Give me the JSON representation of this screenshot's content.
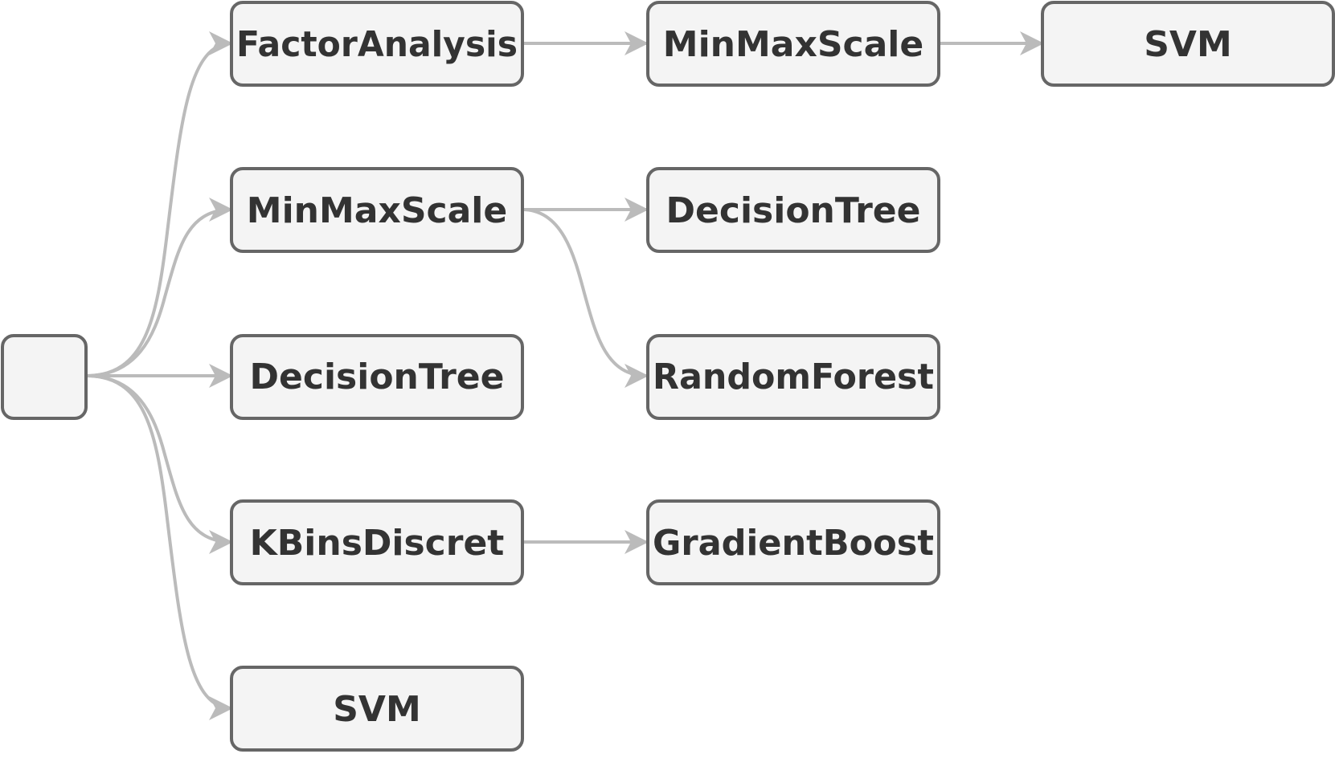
{
  "colors": {
    "node_fill": "#f4f4f4",
    "node_border": "#666666",
    "node_text": "#333333",
    "edge": "#bbbbbb"
  },
  "nodes": [
    {
      "id": "root",
      "label": ""
    },
    {
      "id": "factor-analysis",
      "label": "FactorAnalysis"
    },
    {
      "id": "minmax-scale-1",
      "label": "MinMaxScale"
    },
    {
      "id": "decision-tree-1",
      "label": "DecisionTree"
    },
    {
      "id": "kbins-discret",
      "label": "KBinsDiscret"
    },
    {
      "id": "svm-1",
      "label": "SVM"
    },
    {
      "id": "minmax-scale-2",
      "label": "MinMaxScale"
    },
    {
      "id": "decision-tree-2",
      "label": "DecisionTree"
    },
    {
      "id": "random-forest",
      "label": "RandomForest"
    },
    {
      "id": "gradient-boost",
      "label": "GradientBoost"
    },
    {
      "id": "svm-2",
      "label": "SVM"
    }
  ],
  "edges": [
    {
      "from": "root",
      "to": "factor-analysis"
    },
    {
      "from": "root",
      "to": "minmax-scale-1"
    },
    {
      "from": "root",
      "to": "decision-tree-1"
    },
    {
      "from": "root",
      "to": "kbins-discret"
    },
    {
      "from": "root",
      "to": "svm-1"
    },
    {
      "from": "factor-analysis",
      "to": "minmax-scale-2"
    },
    {
      "from": "minmax-scale-2",
      "to": "svm-2"
    },
    {
      "from": "minmax-scale-1",
      "to": "decision-tree-2"
    },
    {
      "from": "minmax-scale-1",
      "to": "random-forest"
    },
    {
      "from": "kbins-discret",
      "to": "gradient-boost"
    }
  ]
}
